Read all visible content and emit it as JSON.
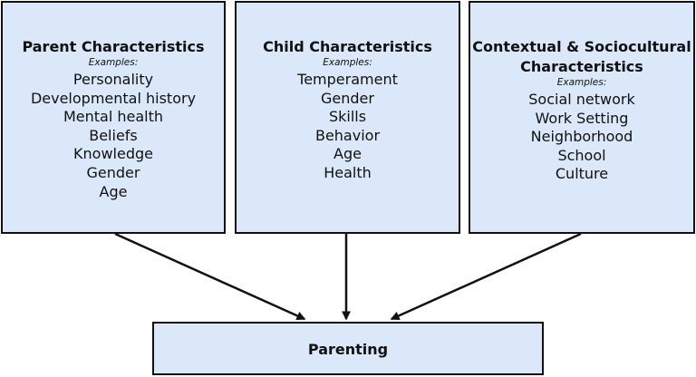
{
  "boxes": {
    "parent": {
      "title": "Parent Characteristics",
      "subtitle": "Examples:",
      "items": [
        "Personality",
        "Developmental history",
        "Mental health",
        "Beliefs",
        "Knowledge",
        "Gender",
        "Age"
      ]
    },
    "child": {
      "title": "Child Characteristics",
      "subtitle": "Examples:",
      "items": [
        "Temperament",
        "Gender",
        "Skills",
        "Behavior",
        "Age",
        "Health"
      ]
    },
    "context": {
      "title_line1": "Contextual & Sociocultural",
      "title_line2": "Characteristics",
      "subtitle": "Examples:",
      "items": [
        "Social network",
        "Work Setting",
        "Neighborhood",
        "School",
        "Culture"
      ]
    },
    "outcome": {
      "label": "Parenting"
    }
  },
  "colors": {
    "box_fill": "#dbe8fa",
    "border": "#111111",
    "arrow": "#111111"
  }
}
